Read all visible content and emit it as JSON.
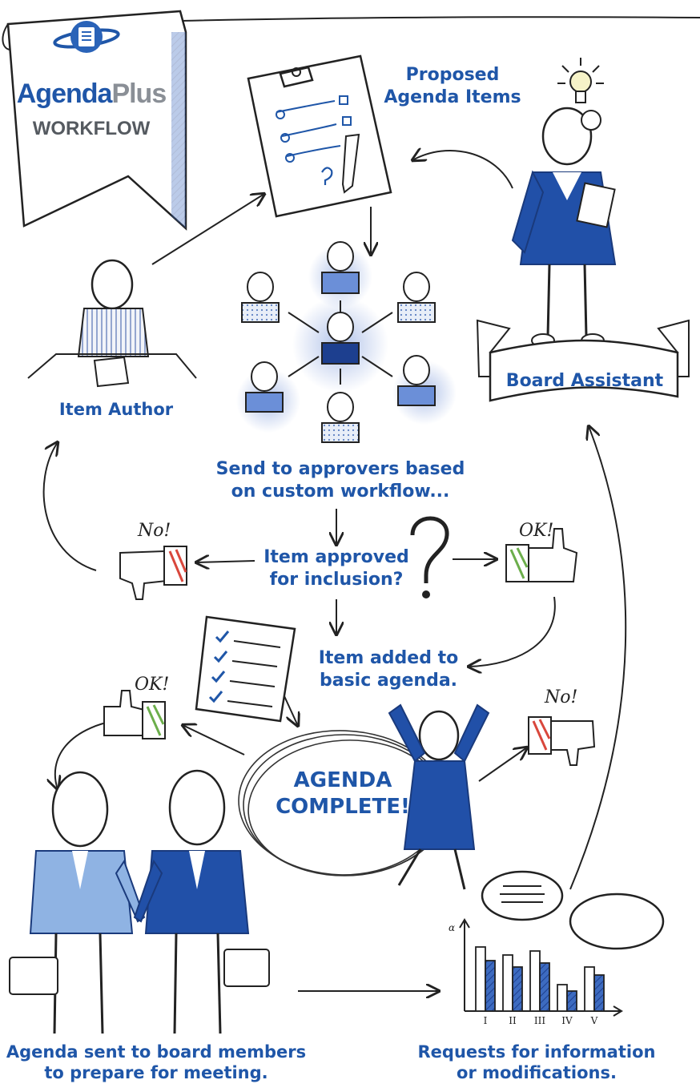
{
  "logo": {
    "word_main": "Agenda",
    "word_plus": "Plus",
    "subtitle": "WORKFLOW"
  },
  "labels": {
    "proposed": "Proposed\nAgenda Items",
    "board_assistant": "Board Assistant",
    "item_author": "Item Author",
    "send_to_approvers": "Send to approvers based\non custom workflow...",
    "item_approved": "Item approved\nfor inclusion?",
    "item_added": "Item added to\nbasic agenda.",
    "agenda_complete": "AGENDA\nCOMPLETE!",
    "agenda_sent": "Agenda sent to board members\nto prepare for meeting.",
    "requests": "Requests for information\nor modifications."
  },
  "handwriting": {
    "no_left": "No!",
    "ok_right": "OK!",
    "ok_bottom": "OK!",
    "no_bottom": "No!",
    "axis_alpha": "α"
  },
  "chart_ticks": [
    "I",
    "II",
    "III",
    "IV",
    "V"
  ],
  "chart_data": {
    "type": "bar",
    "categories": [
      "I",
      "II",
      "III",
      "IV",
      "V"
    ],
    "series": [
      {
        "values": [
          0.8,
          0.7,
          0.75,
          0.33,
          0.55
        ]
      },
      {
        "values": [
          0.63,
          0.55,
          0.6,
          0.25,
          0.45
        ]
      }
    ]
  },
  "colors": {
    "brand_blue": "#1f56a8",
    "dark_blue": "#1d3f8f",
    "light_blue": "#8fb3e3",
    "gray": "#8a8f96",
    "red": "#d9473c",
    "green": "#6cae4b"
  }
}
